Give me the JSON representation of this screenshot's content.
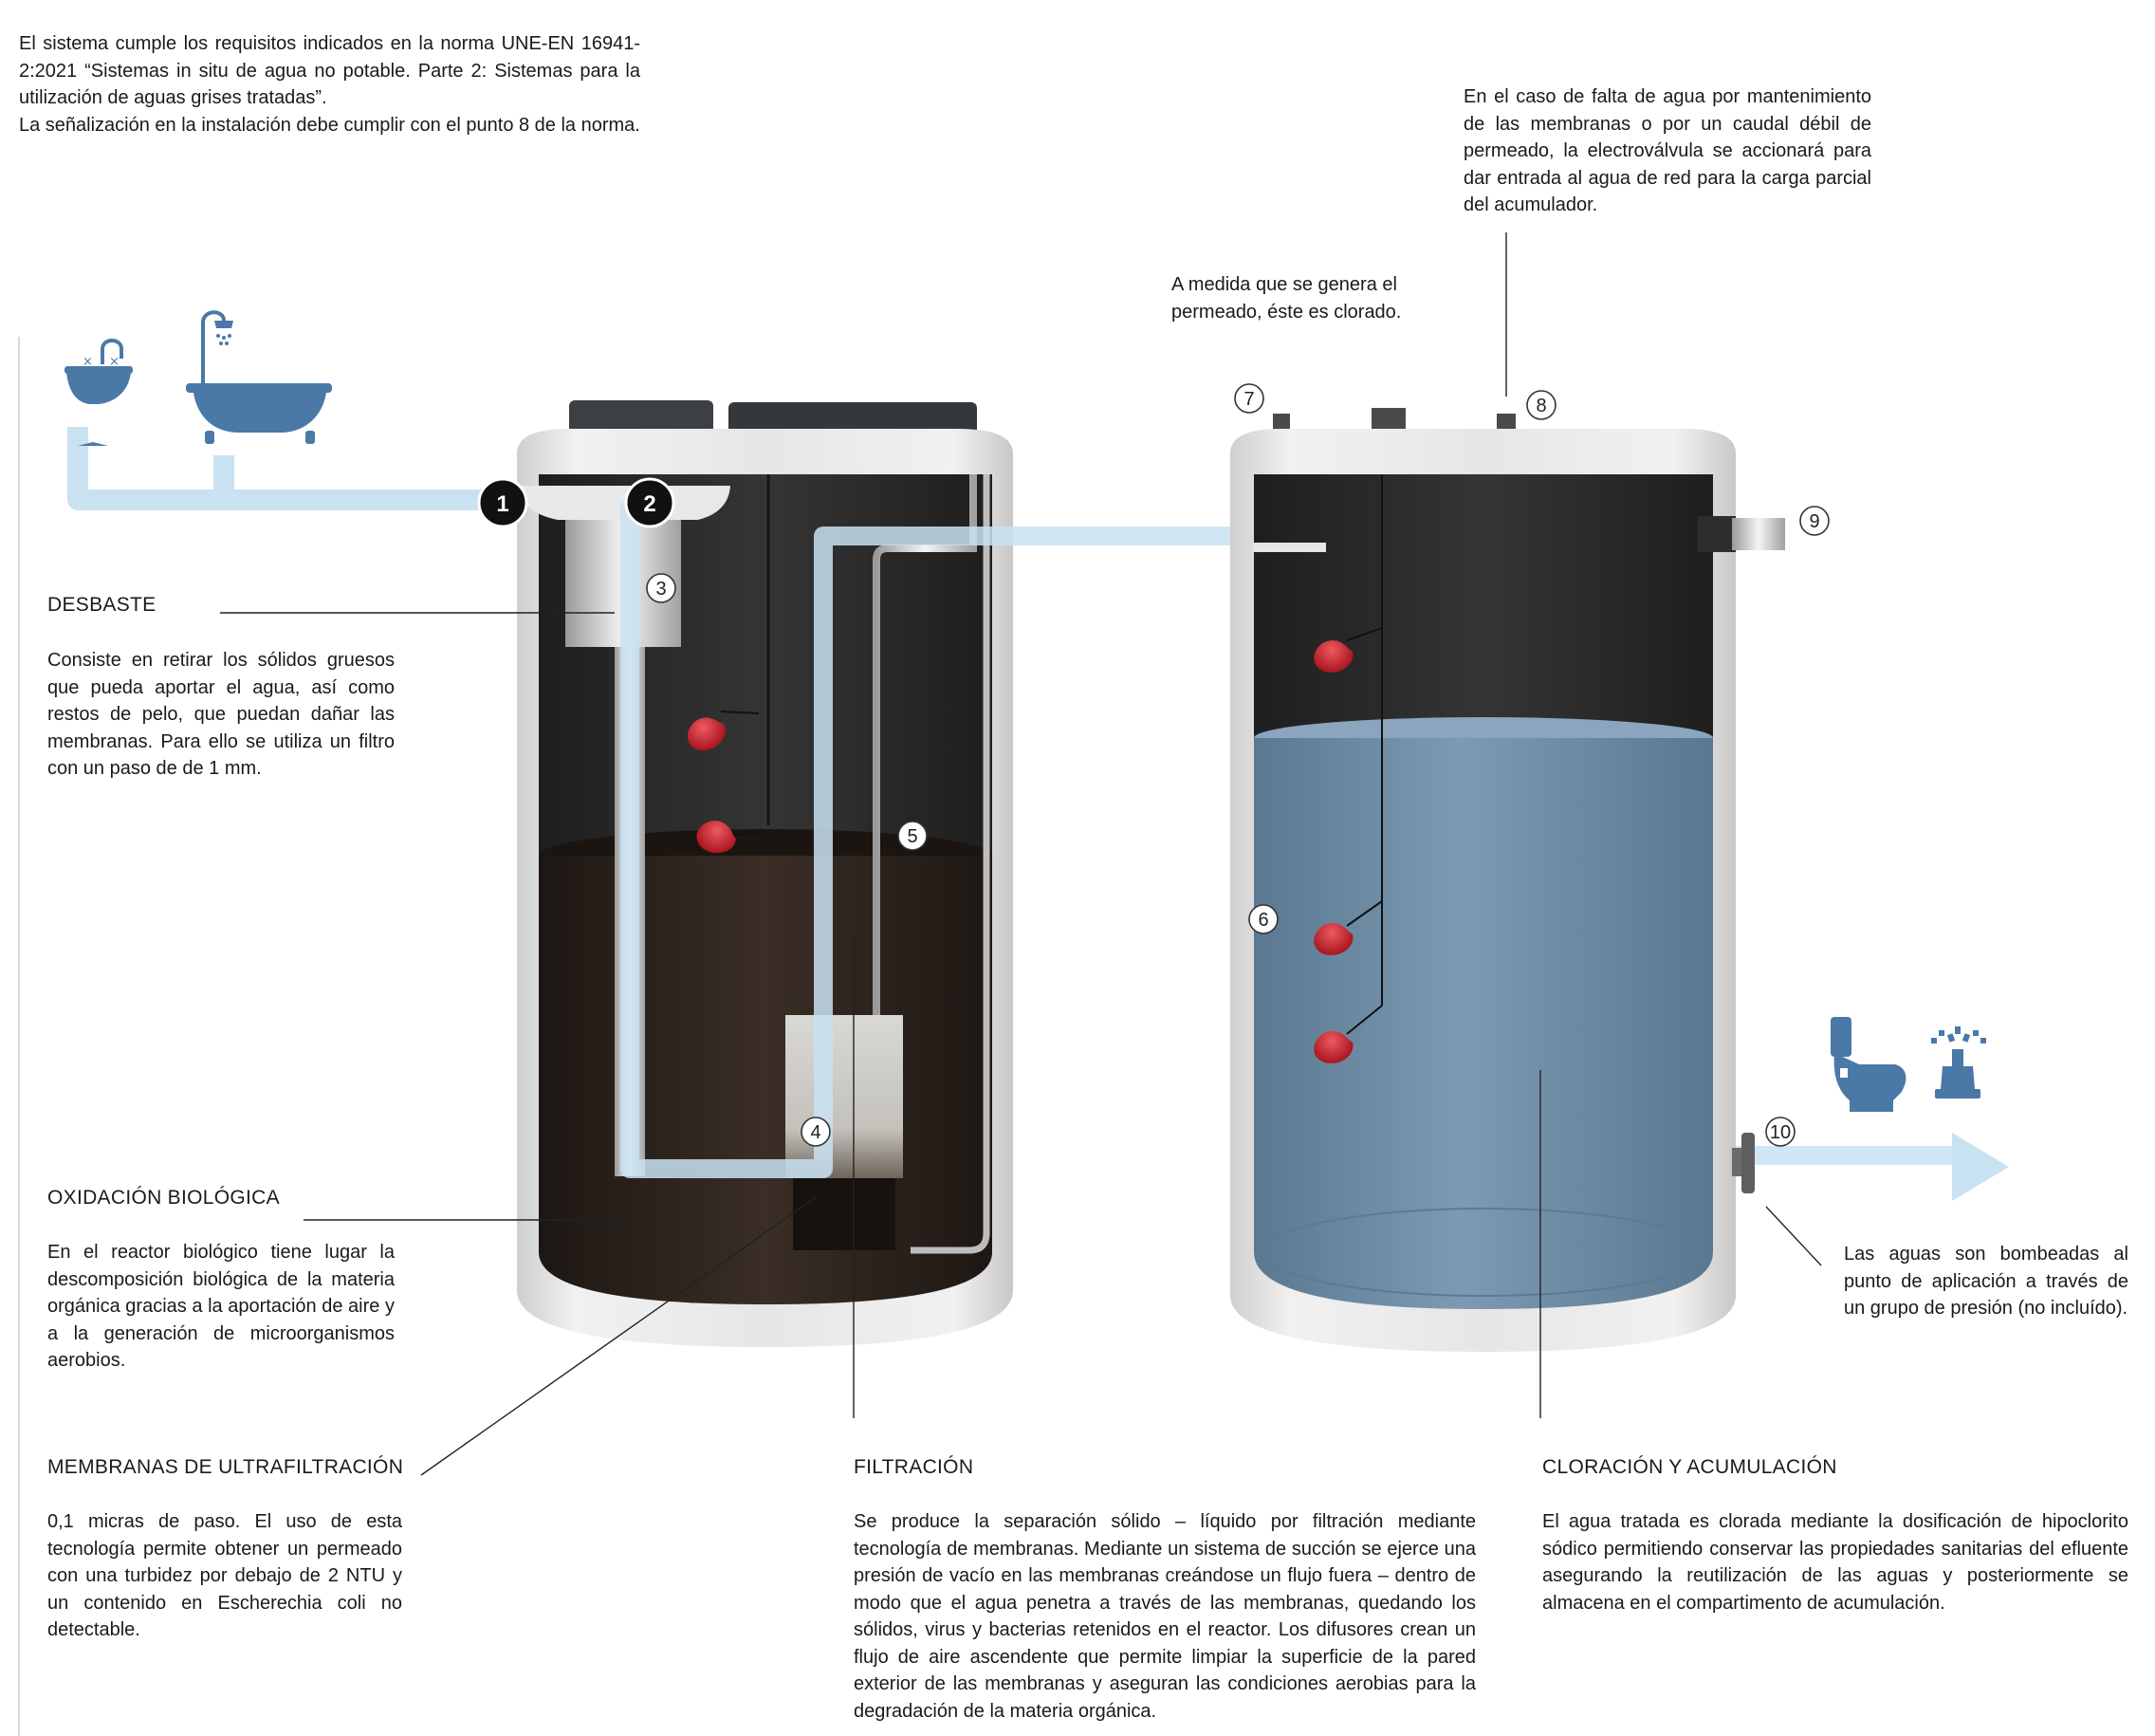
{
  "norma": {
    "paragraph1": "El sistema cumple los requisitos indicados en la norma UNE-EN 16941-2:2021 “Sistemas in situ de agua no potable. Parte 2: Sistemas para la utilización de aguas grises tratadas”.",
    "paragraph2": "La señalización en la instalación debe cumplir con el punto 8 de la norma."
  },
  "note_electrovalvula": "En el caso de falta de agua por mantenimiento de las membranas o por un caudal débil de permeado, la electroválvula se accionará para dar entrada al agua de red para la carga parcial del acumulador.",
  "note_clorado": "A medida que se genera el permeado, éste es clorado.",
  "note_bombeo": "Las aguas son bombeadas al punto de aplicación a través de un grupo de presión (no incluído).",
  "sections": {
    "desbaste": {
      "title": "DESBASTE",
      "text": "Consiste en retirar los sólidos gruesos que pueda aportar el agua, así como restos de pelo, que puedan dañar las membranas. Para ello se utiliza un filtro con un paso de de 1 mm."
    },
    "oxidacion": {
      "title": "OXIDACIÓN BIOLÓGICA",
      "text": "En el reactor biológico tiene lugar la descomposición biológica de la materia orgánica gracias a la aportación de aire y a la generación de microorganismos aerobios."
    },
    "membranas": {
      "title": "MEMBRANAS DE ULTRAFILTRACIÓN",
      "text": "0,1 micras de paso. El uso de esta tecnología permite obtener un permeado con una turbidez por debajo de 2 NTU y un contenido en Escherechia coli no detectable."
    },
    "filtracion": {
      "title": "FILTRACIÓN",
      "text": "Se produce la separación sólido – líquido por filtración mediante tecnología de membranas. Mediante un sistema de succión se ejerce una presión de vacío en las membranas creándose un flujo fuera – dentro de modo que el agua penetra a través de las membranas, quedando los sólidos, virus y bacterias retenidos en el reactor. Los difusores crean un flujo de aire ascendente que permite limpiar la superficie de la pared exterior de las membranas y aseguran las condiciones aerobias para la degradación de la materia orgánica."
    },
    "cloracion": {
      "title": "CLORACIÓN Y ACUMULACIÓN",
      "text": "El agua tratada es clorada mediante la dosificación de hipoclorito sódico permitiendo conservar las propiedades sanitarias del efluente asegurando la reutilización de las aguas y posteriormente se almacena en el compartimento de acumulación."
    }
  },
  "markers": [
    "1",
    "2",
    "3",
    "4",
    "5",
    "6",
    "7",
    "8",
    "9",
    "10"
  ],
  "icons": [
    "washbasin-icon",
    "bathtub-shower-icon",
    "toilet-icon",
    "irrigation-sprinkler-icon",
    "flow-arrow-icon",
    "float-switch-icon"
  ],
  "colors": {
    "pipe": "#c9e2f2",
    "icon_blue": "#4a79a8",
    "float_red": "#b8141e",
    "tank_shell": "#e2e2e2",
    "water_tank": "#6d8aa3",
    "sludge": "#2a211c",
    "tank_dark": "#2b2b2b"
  }
}
